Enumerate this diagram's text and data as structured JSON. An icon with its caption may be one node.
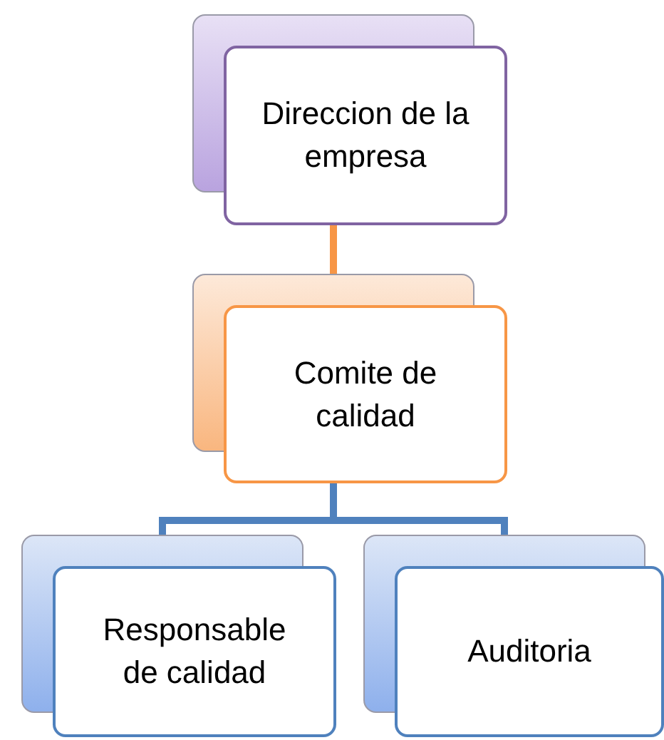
{
  "diagram": {
    "nodes": [
      {
        "text": [
          "Direccion de la empresa"
        ]
      },
      {
        "text": [
          "Comite de calidad"
        ]
      },
      {
        "text": [
          "Responsable de calidad"
        ]
      },
      {
        "text": [
          "Auditoria"
        ]
      }
    ],
    "edges": [
      {
        "from": 0,
        "to": 1,
        "arrow": "none",
        "color": "#f79646"
      },
      {
        "from": 1,
        "to": 2,
        "arrow": "none"
      },
      {
        "from": 1,
        "to": 3,
        "arrow": "none"
      }
    ]
  }
}
